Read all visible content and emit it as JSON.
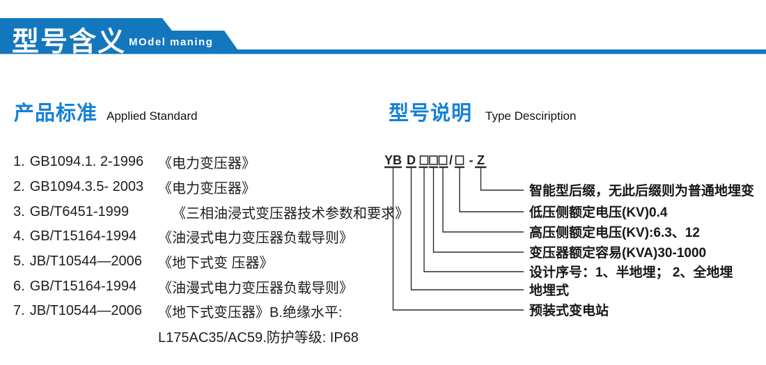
{
  "header": {
    "title_cn": "型号含义",
    "title_en": "MOdel maning"
  },
  "colors": {
    "banner_blue": "#1377be",
    "heading_blue": "#1581d6",
    "text_dark": "#1d1d1d",
    "line_dark": "#2b2b2b"
  },
  "standards": {
    "heading_cn": "产品标准",
    "heading_en": "Applied Standard",
    "items": [
      {
        "num": "1.",
        "code": "GB1094.1. 2-1996",
        "title": "《电力变压器》"
      },
      {
        "num": "2.",
        "code": "GB1094.3.5- 2003",
        "title": "《电力变压器》"
      },
      {
        "num": "3.",
        "code": "GB/T6451-1999",
        "title": "《三相油浸式变压器技术参数和要求》"
      },
      {
        "num": "4.",
        "code": "GB/T15164-1994",
        "title": "《油浸式电力变压器负载导则》"
      },
      {
        "num": "5.",
        "code": "JB/T10544—2006",
        "title": "《地下式变 压器》"
      },
      {
        "num": "6.",
        "code": "GB/T15164-1994",
        "title": "《油漫式电力变压器负载导则》"
      },
      {
        "num": "7.",
        "code": "JB/T10544—2006",
        "title": "《地下式变压器》B.绝缘水平:"
      }
    ],
    "continuation": "L175AC35/AC59.防护等级: IP68"
  },
  "model": {
    "heading_cn": "型号说明",
    "heading_en": "Type Desciription",
    "code": {
      "prefix": "YB",
      "type": "D",
      "slash": "/",
      "dash": "-",
      "suffix": "Z",
      "box": "□"
    },
    "labels": [
      "智能型后缀，无此后缀则为普通地埋变",
      "低压侧额定电压(KV)0.4",
      "高压侧额定电压(KV):6.3、12",
      "变压器额定容易(KVA)30-1000",
      "设计序号：1、半地埋； 2、全地埋",
      "地埋式",
      "预装式变电站"
    ]
  }
}
